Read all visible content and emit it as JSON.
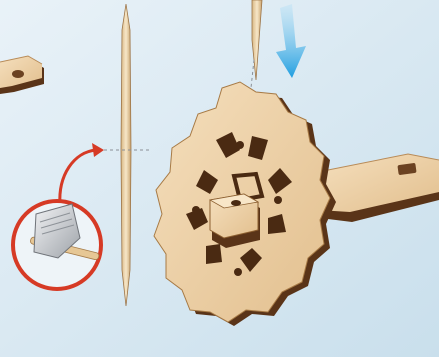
{
  "scene": {
    "background": "#dbeaf3",
    "wood_light": "#f0d5ac",
    "wood_mid": "#d9b07c",
    "wood_edge": "#5a3418",
    "arrow_blue": "#2aa6e0",
    "callout_red": "#d63a25",
    "blade_grey": "#c9ccd0",
    "icons": [
      "toothpick-icon",
      "insert-arrow-icon",
      "cut-callout-icon",
      "knife-blade-icon",
      "gear-wheel-part",
      "axle-part",
      "side-bracket-part"
    ]
  }
}
